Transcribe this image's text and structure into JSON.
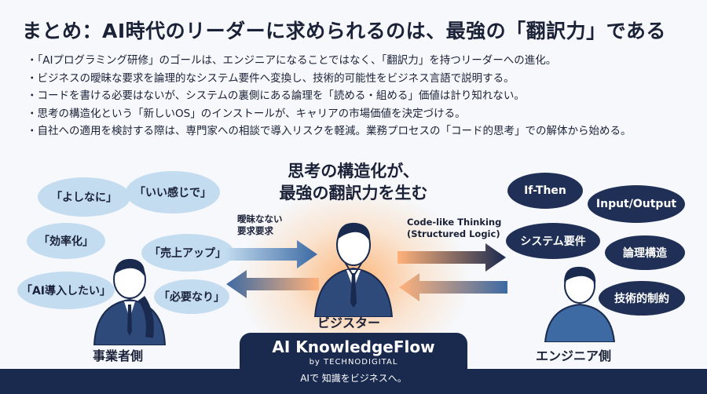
{
  "title": "まとめ：AI時代のリーダーに求められるのは、最強の「翻訳力」である",
  "bullets": [
    "「AIプログラミング研修」のゴールは、エンジニアになることではなく、「翻訳力」を持つリーダーへの進化。",
    "ビジネスの曖昧な要求を論理的なシステム要件へ変換し、技術的可能性をビジネス言語で説明する。",
    "コードを書ける必要はないが、システムの裏側にある論理を「読める・組める」価値は計り知れない。",
    "思考の構造化という「新しいOS」のインストールが、キャリアの市場価値を決定づける。",
    "自社への適用を検討する際は、専門家への相談で導入リスクを軽減。業務プロセスの「コード的思考」での解体から始める。"
  ],
  "center_title_line1": "思考の構造化が、",
  "center_title_line2": "最強の翻訳力を生む",
  "left_bubbles": [
    "「よしなに」",
    "「いい感じで」",
    "「効率化」",
    "「売上アップ」",
    "「AI導入したい」",
    "「必要なり」"
  ],
  "right_bubbles": [
    "If-Then",
    "Input/Output",
    "システム要件",
    "論理構造",
    "技術的制約"
  ],
  "arrow_left_label_1": "曖昧なない",
  "arrow_left_label_2": "要求要求",
  "arrow_right_label_1": "Code-like Thinking",
  "arrow_right_label_2": "(Structured Logic)",
  "captions": {
    "business": "事業者側",
    "bizster": "ビジスター",
    "engineer": "エンジニア側"
  },
  "footer": {
    "brand": "AI KnowledgeFlow",
    "by": "by TECHNODIGITAL",
    "tagline": "AIで 知識をビジネスへ。"
  },
  "colors": {
    "navy": "#1a2a4f",
    "bubble_light": "#c3dcf0",
    "arrow_blue": "#3d6aa3",
    "glow": "#ff9a50"
  }
}
